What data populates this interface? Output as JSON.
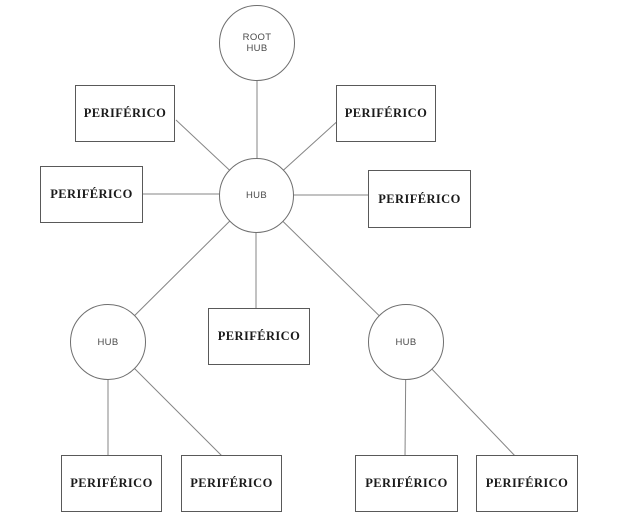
{
  "diagram": {
    "type": "network-topology-tree",
    "background": "#ffffff",
    "colors": {
      "connector_line": "#858585",
      "box_border": "#595959",
      "circle_border": "#6e6e6e",
      "peripheral_text": "#1a1a1a",
      "hub_text": "#4a4a4a"
    },
    "nodes": {
      "root_hub": {
        "line1": "ROOT",
        "line2": "HUB"
      },
      "central_hub": {
        "label": "HUB"
      },
      "left_hub": {
        "label": "HUB"
      },
      "right_hub": {
        "label": "HUB"
      },
      "peripherals": [
        {
          "id": "top-left",
          "label": "PERIFÉRICO"
        },
        {
          "id": "top-right",
          "label": "PERIFÉRICO"
        },
        {
          "id": "middle-left",
          "label": "PERIFÉRICO"
        },
        {
          "id": "middle-right",
          "label": "PERIFÉRICO"
        },
        {
          "id": "bottom-center",
          "label": "PERIFÉRICO"
        },
        {
          "id": "lower-left-1",
          "label": "PERIFÉRICO"
        },
        {
          "id": "lower-left-2",
          "label": "PERIFÉRICO"
        },
        {
          "id": "lower-right-1",
          "label": "PERIFÉRICO"
        },
        {
          "id": "lower-right-2",
          "label": "PERIFÉRICO"
        }
      ]
    },
    "edges": [
      {
        "from": "root-hub",
        "to": "central-hub"
      },
      {
        "from": "central-hub",
        "to": "peripheral-top-left"
      },
      {
        "from": "central-hub",
        "to": "peripheral-top-right"
      },
      {
        "from": "central-hub",
        "to": "peripheral-middle-left"
      },
      {
        "from": "central-hub",
        "to": "peripheral-middle-right"
      },
      {
        "from": "central-hub",
        "to": "peripheral-bottom-center"
      },
      {
        "from": "central-hub",
        "to": "left-hub"
      },
      {
        "from": "central-hub",
        "to": "right-hub"
      },
      {
        "from": "left-hub",
        "to": "peripheral-lower-left-1"
      },
      {
        "from": "left-hub",
        "to": "peripheral-lower-left-2"
      },
      {
        "from": "right-hub",
        "to": "peripheral-lower-right-1"
      },
      {
        "from": "right-hub",
        "to": "peripheral-lower-right-2"
      }
    ]
  }
}
